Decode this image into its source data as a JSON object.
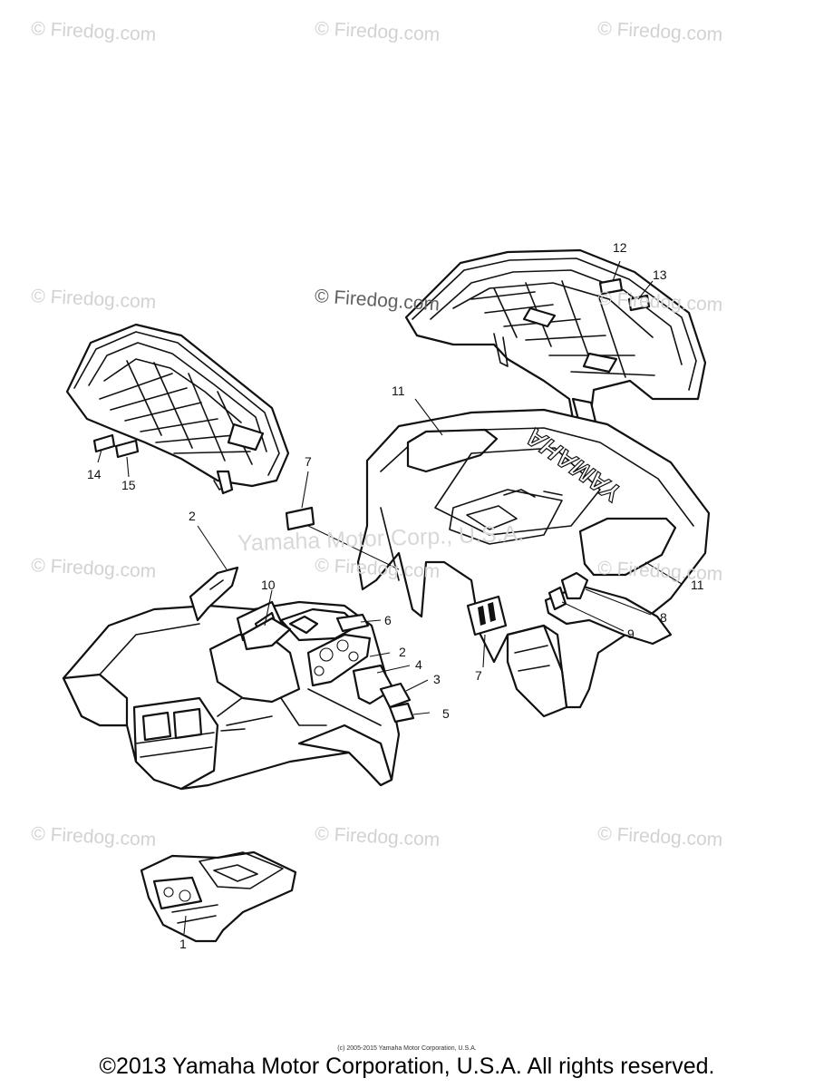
{
  "watermarks": {
    "corner": "© Firedog.com",
    "center": "© Firedog.com",
    "yamaha": "Yamaha Motor Corp., U.S.A."
  },
  "callouts": [
    "1",
    "2",
    "2",
    "3",
    "4",
    "5",
    "6",
    "7",
    "7",
    "8",
    "9",
    "10",
    "11",
    "11",
    "12",
    "13",
    "14",
    "15"
  ],
  "brand_text": "YAMAHA",
  "small_copyright": "(c) 2005-2015 Yamaha Motor Corporation, U.S.A.",
  "footer_copyright": "©2013 Yamaha Motor Corporation, U.S.A. All rights reserved."
}
